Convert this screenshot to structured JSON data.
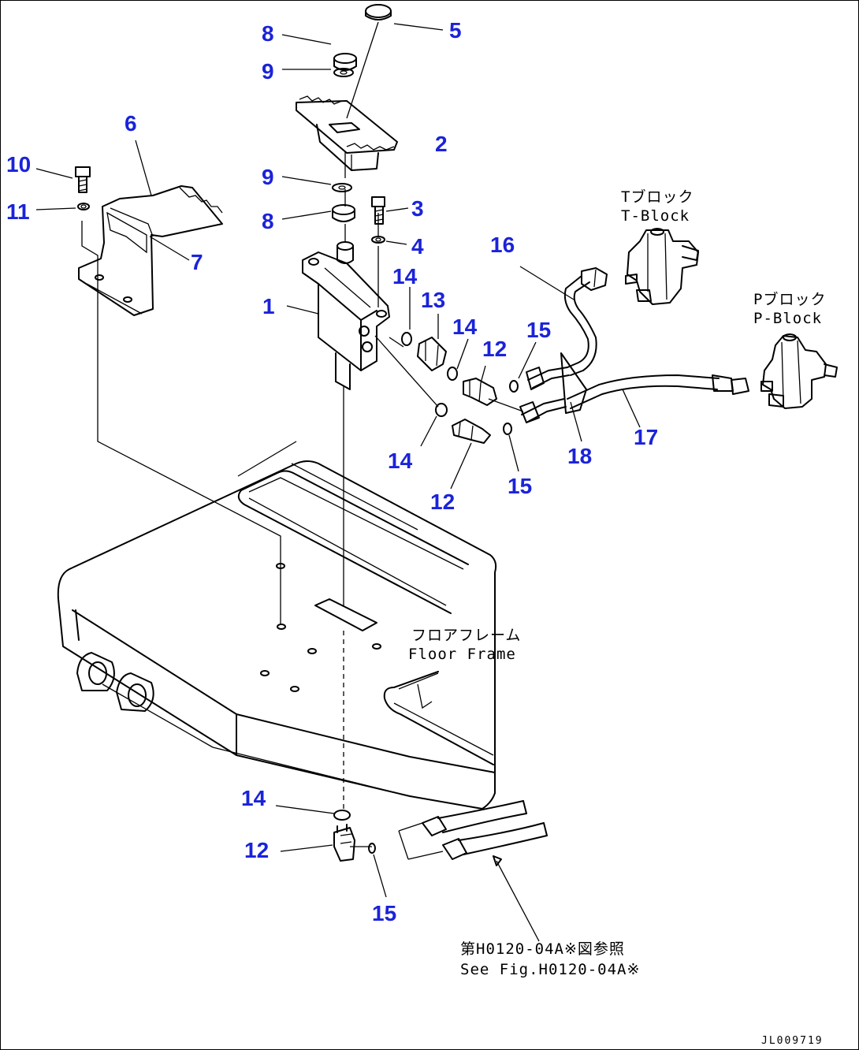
{
  "callouts": [
    "1",
    "2",
    "3",
    "4",
    "5",
    "6",
    "7",
    "8",
    "9",
    "10",
    "11",
    "12",
    "13",
    "14",
    "15",
    "16",
    "17",
    "18"
  ],
  "annotations": {
    "t_block_jp": "Tブロック",
    "t_block_en": "T-Block",
    "p_block_jp": "Pブロック",
    "p_block_en": "P-Block",
    "floor_frame_jp": "フロアフレーム",
    "floor_frame_en": "Floor Frame",
    "see_fig_jp": "第H0120-04A※図参照",
    "see_fig_en": "See Fig.H0120-04A※"
  },
  "drawing_code": "JL009719",
  "colors": {
    "callout": "#1a23d9",
    "line": "#000000",
    "background": "#ffffff"
  }
}
